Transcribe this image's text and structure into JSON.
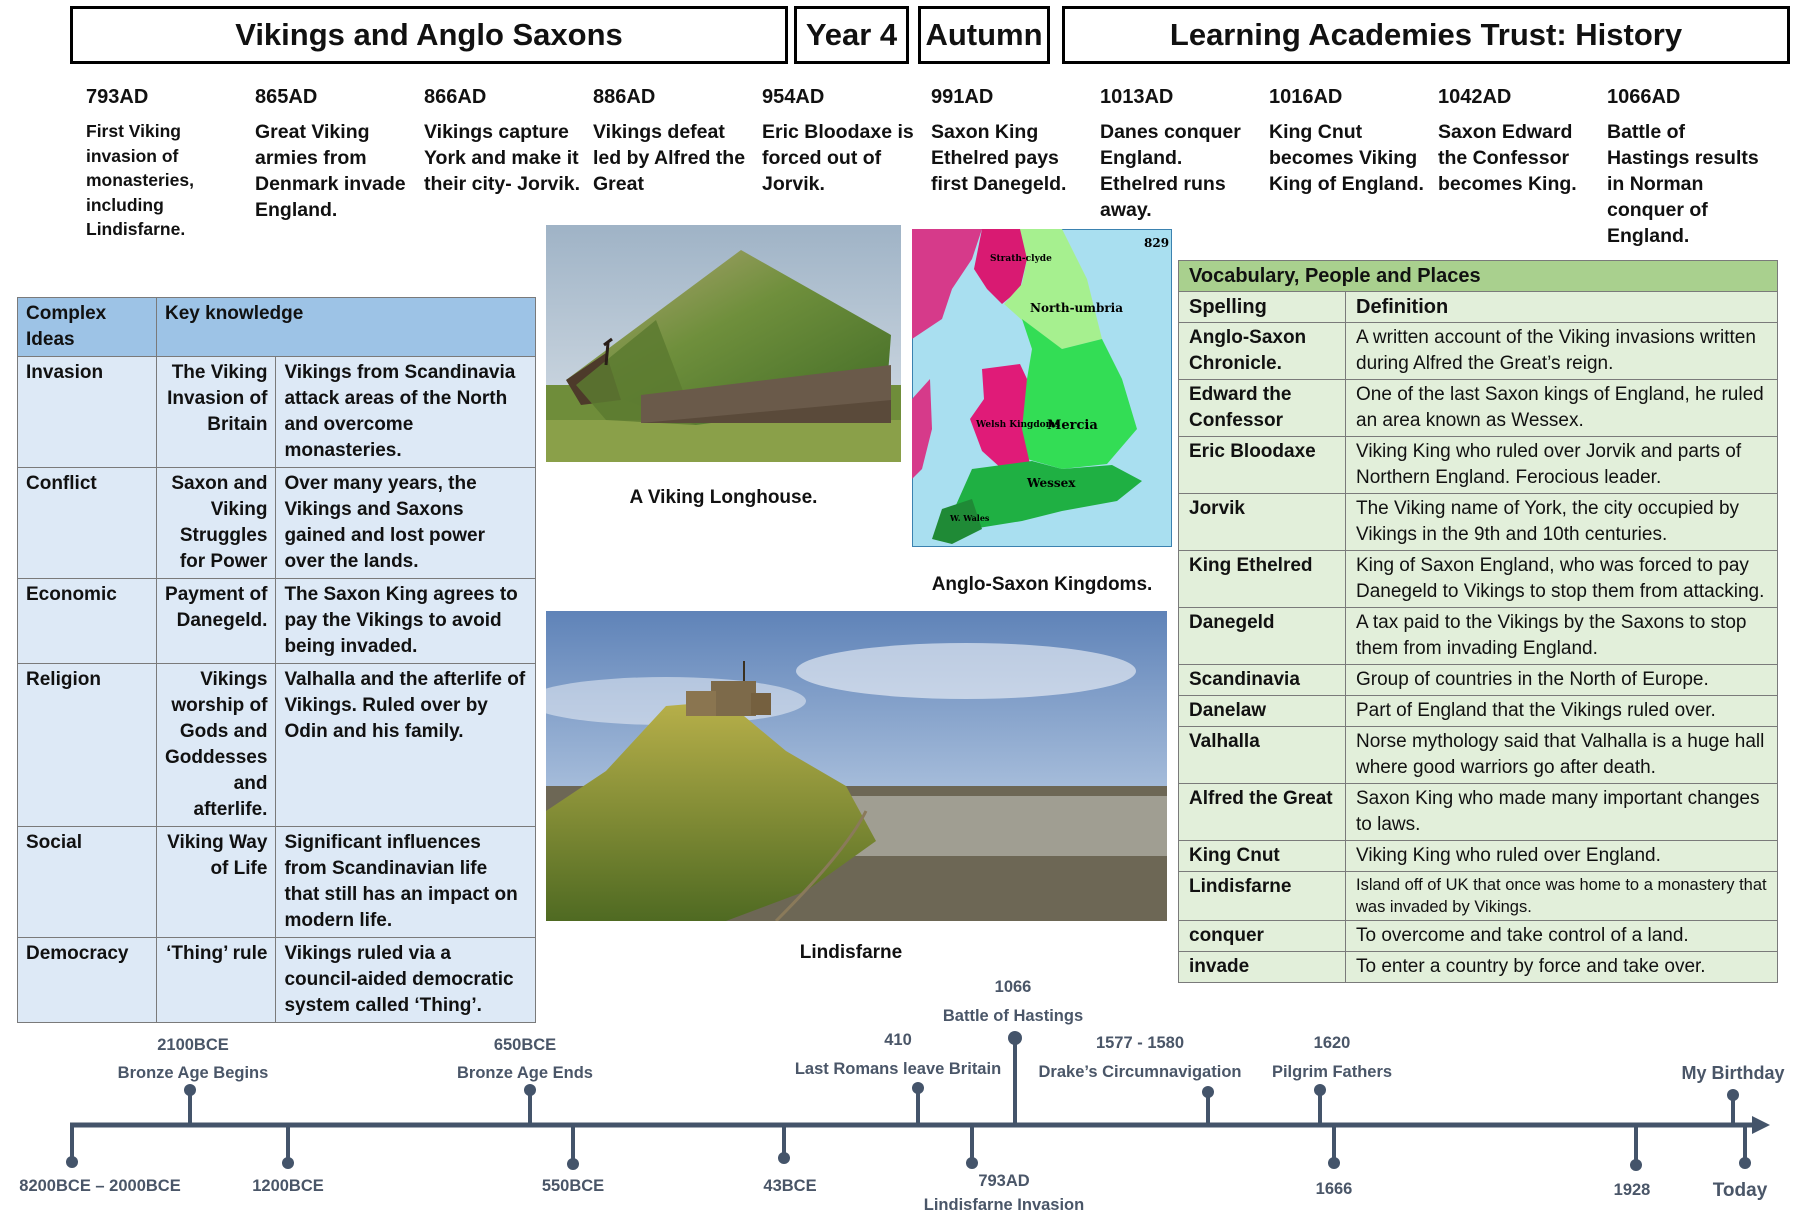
{
  "header": {
    "title": "Vikings and Anglo Saxons",
    "year": "Year 4",
    "term": "Autumn",
    "trust": "Learning Academies Trust:  History"
  },
  "events": [
    {
      "year": "793AD",
      "text": "First Viking invasion of monasteries, including Lindisfarne."
    },
    {
      "year": "865AD",
      "text": "Great Viking armies from Denmark invade England."
    },
    {
      "year": "866AD",
      "text": "Vikings capture York and make it their city- Jorvik."
    },
    {
      "year": "886AD",
      "text": "Vikings defeat led  by Alfred the Great"
    },
    {
      "year": "954AD",
      "text": "Eric Bloodaxe is forced out of Jorvik."
    },
    {
      "year": "991AD",
      "text": "Saxon King Ethelred pays first Danegeld."
    },
    {
      "year": "1013AD",
      "text": "Danes conquer England. Ethelred runs away."
    },
    {
      "year": "1016AD",
      "text": "King Cnut becomes Viking King of England."
    },
    {
      "year": "1042AD",
      "text": "Saxon Edward the Confessor becomes King."
    },
    {
      "year": "1066AD",
      "text": "Battle of Hastings results in Norman conquer of England."
    }
  ],
  "knowledge": {
    "header_col1": "Complex Ideas",
    "header_col2": "Key knowledge",
    "rows": [
      {
        "idea": "Invasion",
        "term": "The Viking Invasion of Britain",
        "desc": "Vikings from Scandinavia attack areas of the North and overcome monasteries."
      },
      {
        "idea": "Conflict",
        "term": "Saxon and Viking Struggles for Power",
        "desc": "Over many years, the Vikings and Saxons gained and lost power over the lands."
      },
      {
        "idea": "Economic",
        "term": "Payment of Danegeld.",
        "desc": "The Saxon King agrees to pay the Vikings to avoid being invaded."
      },
      {
        "idea": "Religion",
        "term": "Vikings worship of Gods and Goddesses and afterlife.",
        "desc": "Valhalla and the afterlife of Vikings. Ruled over by Odin and his family."
      },
      {
        "idea": "Social",
        "term": "Viking Way of Life",
        "desc": "Significant influences from Scandinavian life that still has an impact on modern life."
      },
      {
        "idea": "Democracy",
        "term": "‘Thing’ rule",
        "desc": "Vikings ruled via a council-aided democratic system called ‘Thing’."
      }
    ]
  },
  "images": {
    "longhouse_caption": "A Viking Longhouse.",
    "map_caption": "Anglo-Saxon Kingdoms.",
    "lindisfarne_caption": "Lindisfarne",
    "map_year": "829",
    "map_labels": {
      "strathclyde": "Strath-clyde",
      "northumbria": "North-umbria",
      "mercia": "Mercia",
      "welsh": "Welsh Kingdoms",
      "wessex": "Wessex",
      "west_wales": "W. Wales"
    }
  },
  "vocabulary": {
    "title": "Vocabulary, People and Places",
    "header_spelling": "Spelling",
    "header_definition": "Definition",
    "rows": [
      {
        "spelling": "Anglo-Saxon Chronicle.",
        "definition": "A written account of the Viking invasions written during Alfred the Great’s reign."
      },
      {
        "spelling": "Edward the Confessor",
        "definition": "One of the last Saxon kings of England, he ruled an area known as Wessex."
      },
      {
        "spelling": "Eric Bloodaxe",
        "definition": "Viking King who ruled over Jorvik and parts of Northern England. Ferocious leader."
      },
      {
        "spelling": "Jorvik",
        "definition": "The Viking name of York, the city occupied by Vikings in the 9th and 10th centuries."
      },
      {
        "spelling": "King Ethelred",
        "definition": "King of Saxon England, who was forced to pay Danegeld to Vikings to stop them from attacking."
      },
      {
        "spelling": "Danegeld",
        "definition": "A tax paid to the Vikings by the Saxons to stop them from invading England."
      },
      {
        "spelling": "Scandinavia",
        "definition": "Group of countries in the North of Europe."
      },
      {
        "spelling": "Danelaw",
        "definition": "Part of England that the Vikings ruled over."
      },
      {
        "spelling": "Valhalla",
        "definition": "Norse mythology said that Valhalla is a huge hall where good warriors go after death."
      },
      {
        "spelling": "Alfred the Great",
        "definition": "Saxon King who made many important changes to laws."
      },
      {
        "spelling": "King Cnut",
        "definition": "Viking King who ruled over England."
      },
      {
        "spelling": "Lindisfarne",
        "definition": "Island off of UK that once was home to a monastery that was invaded by Vikings."
      },
      {
        "spelling": "conquer",
        "definition": "To overcome and take control of a land."
      },
      {
        "spelling": "invade",
        "definition": "To enter a country by force and take over."
      }
    ]
  },
  "timeline": {
    "above": [
      {
        "date": "2100BCE",
        "label": "Bronze Age Begins"
      },
      {
        "date": "650BCE",
        "label": "Bronze Age Ends"
      },
      {
        "date": "410",
        "label": "Last Romans leave Britain"
      },
      {
        "date": "1066",
        "label": "Battle of Hastings"
      },
      {
        "date": "1577 - 1580",
        "label": "Drake’s Circumnavigation"
      },
      {
        "date": "1620",
        "label": "Pilgrim Fathers"
      },
      {
        "date": "",
        "label": "My Birthday"
      }
    ],
    "below": [
      {
        "date": "8200BCE – 2000BCE",
        "label": ""
      },
      {
        "date": "1200BCE",
        "label": ""
      },
      {
        "date": "550BCE",
        "label": ""
      },
      {
        "date": "43BCE",
        "label": ""
      },
      {
        "date": "793AD",
        "label": "Lindisfarne Invasion"
      },
      {
        "date": "1666",
        "label": ""
      },
      {
        "date": "1928",
        "label": ""
      },
      {
        "date": "Today",
        "label": ""
      }
    ]
  }
}
